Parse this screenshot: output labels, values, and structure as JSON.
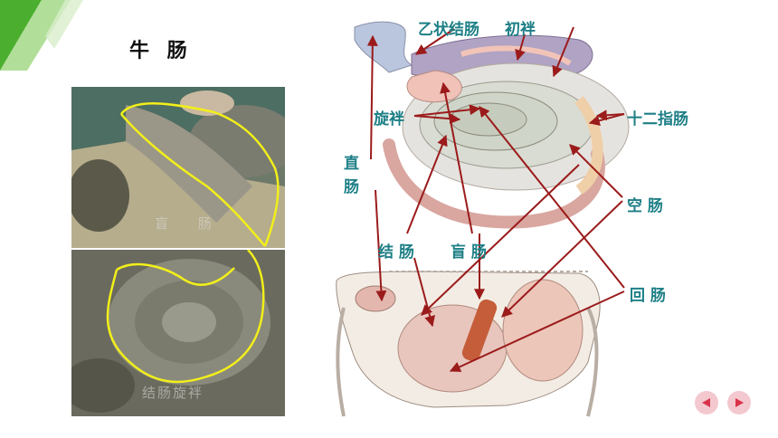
{
  "slide": {
    "title": "牛 肠"
  },
  "photos": {
    "top_caption": "盲 肠",
    "bottom_caption": "结肠旋袢"
  },
  "labels": {
    "sigmoid_colon": "乙状结肠",
    "initial_loop": "初袢",
    "spiral_loop": "旋袢",
    "duodenum": "十二指肠",
    "rectum": "直肠",
    "colon": "结 肠",
    "cecum": "盲 肠",
    "jejunum": "空 肠",
    "ileum": "回 肠"
  },
  "nav": {
    "prev_icon": "triangle-left-icon",
    "next_icon": "triangle-right-icon"
  },
  "colors": {
    "accent_green": "#5fbf3a",
    "label_teal": "#1d7f86",
    "arrow_red": "#9b1b1b",
    "outline_yellow": "#f2ef1a",
    "nav_pink": "#f4c8cf",
    "nav_red": "#d8344a"
  }
}
